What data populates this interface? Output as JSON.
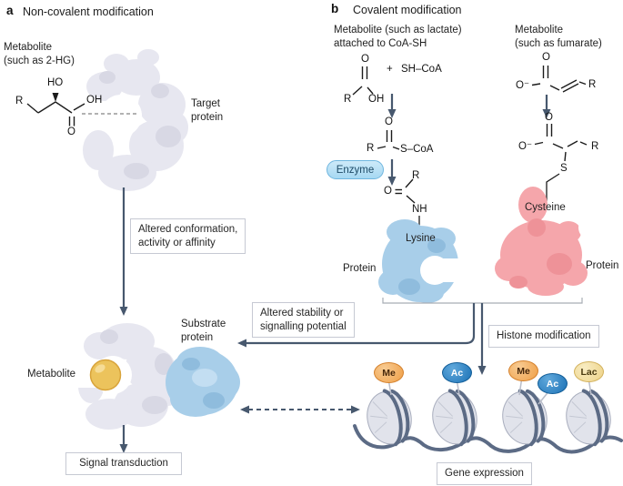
{
  "panel_a": {
    "tag": "a",
    "title": "Non-covalent modification",
    "metabolite_caption": "Metabolite\n(such as 2-HG)",
    "target_protein": "Target\nprotein",
    "atoms": {
      "ho": "HO",
      "r": "R",
      "oh": "OH",
      "o": "O"
    },
    "conformation_box": "Altered conformation,\nactivity or affinity",
    "metabolite_label": "Metabolite",
    "substrate_protein": "Substrate\nprotein",
    "signal_box": "Signal transduction"
  },
  "panel_b": {
    "tag": "b",
    "title": "Covalent modification",
    "left_caption": "Metabolite (such as lactate)\nattached to CoA-SH",
    "right_caption": "Metabolite\n(such as fumarate)",
    "acid": {
      "o": "O",
      "r": "R",
      "oh": "OH",
      "plus": "+",
      "coa": "SH–CoA"
    },
    "thioester": {
      "o": "O",
      "r": "R",
      "s_coa": "S–CoA"
    },
    "enzyme": "Enzyme",
    "amide": {
      "o": "O",
      "r": "R",
      "nh": "NH"
    },
    "lysine": "Lysine",
    "protein_left": "Protein",
    "fumarate": {
      "o": "O",
      "o_minus": "O⁻",
      "r": "R"
    },
    "adduct": {
      "o": "O",
      "o_minus": "O⁻",
      "r": "R",
      "s": "S"
    },
    "cysteine": "Cysteine",
    "protein_right": "Protein",
    "stability_box": "Altered stability or\nsignalling potential",
    "histone_box": "Histone modification",
    "gene_box": "Gene expression",
    "marks": [
      {
        "label": "Me",
        "type": "me"
      },
      {
        "label": "Ac",
        "type": "ac"
      },
      {
        "label": "Me",
        "type": "me"
      },
      {
        "label": "Ac",
        "type": "ac"
      },
      {
        "label": "Lac",
        "type": "lac"
      }
    ]
  },
  "colors": {
    "arrow": "#47586E",
    "gray_protein": "#E7E7F0",
    "blue_protein": "#A8CEE9",
    "pink_protein": "#F5A6AB",
    "metabolite_yellow": "#ECC35C",
    "dna": "#5C6B85",
    "me_orange": "#EF9F47",
    "ac_blue": "#1B71B5",
    "lac_yellow": "#EDD287",
    "enzyme_fill": "#B7E1F7"
  }
}
